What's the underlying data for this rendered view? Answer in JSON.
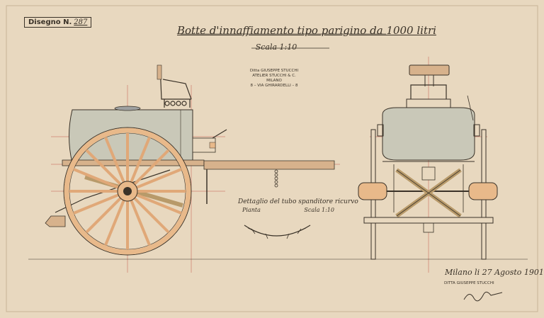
{
  "drawing_number": {
    "label": "Disegno N.",
    "value": "287"
  },
  "title": "Botte d'innaffiamento tipo parigino da 1000 litri",
  "scale": "Scala 1:10",
  "maker_block": {
    "lines": [
      "Ditta GIUSEPPE STUCCHI",
      "ATELIER STUCCHI & C.",
      "MILANO",
      "8 – VIA GHIRARDELLI – 8"
    ]
  },
  "detail": {
    "title": "Dettaglio del tubo spanditore ricurvo",
    "view": "Pianta",
    "scale": "Scala 1:10"
  },
  "date_line": "Milano li 27 Agosto 1901",
  "signature": {
    "firm": "DITTA GIUSEPPE STUCCHI",
    "name": "G. Stucchi"
  },
  "colors": {
    "paper": "#e8d8bf",
    "ink": "#3a3228",
    "wheel_fill": "#e8b98a",
    "tank_fill": "#c9c8b8",
    "wood": "#d7b28c"
  }
}
